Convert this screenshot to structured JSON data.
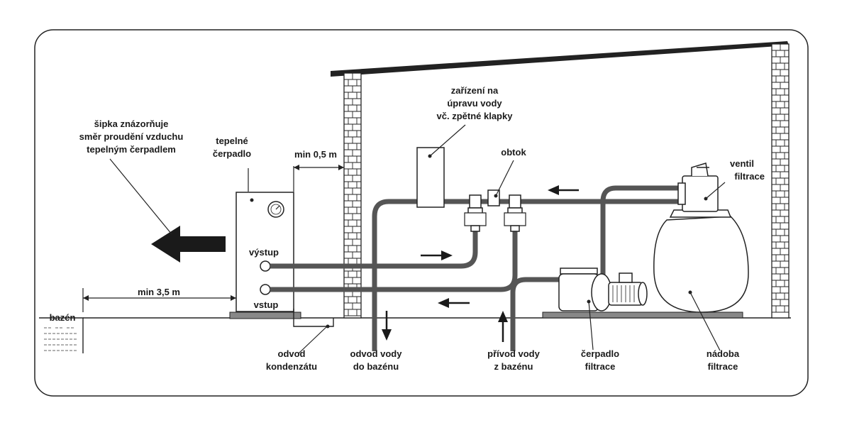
{
  "labels": {
    "arrow_note": [
      "šipka znázorňuje",
      "směr proudění vzduchu",
      "tepelným čerpadlem"
    ],
    "heat_pump": [
      "tepelné",
      "čerpadlo"
    ],
    "min_05": "min 0,5 m",
    "min_35": "min 3,5 m",
    "pool": "bazén",
    "outlet": "výstup",
    "inlet": "vstup",
    "condensate": [
      "odvod",
      "kondenzátu"
    ],
    "drain_to_pool": [
      "odvod vody",
      "do bazénu"
    ],
    "treatment": [
      "zařízení na",
      "úpravu vody",
      "vč. zpětné klapky"
    ],
    "bypass": "obtok",
    "valve": [
      "ventil",
      "filtrace"
    ],
    "supply": [
      "přívod vody",
      "z bazénu"
    ],
    "pump": [
      "čerpadlo",
      "filtrace"
    ],
    "tank": [
      "nádoba",
      "filtrace"
    ]
  },
  "colors": {
    "ink": "#222222",
    "pipe": "#555555",
    "arrow": "#1a1a1a",
    "water": "#666666"
  }
}
